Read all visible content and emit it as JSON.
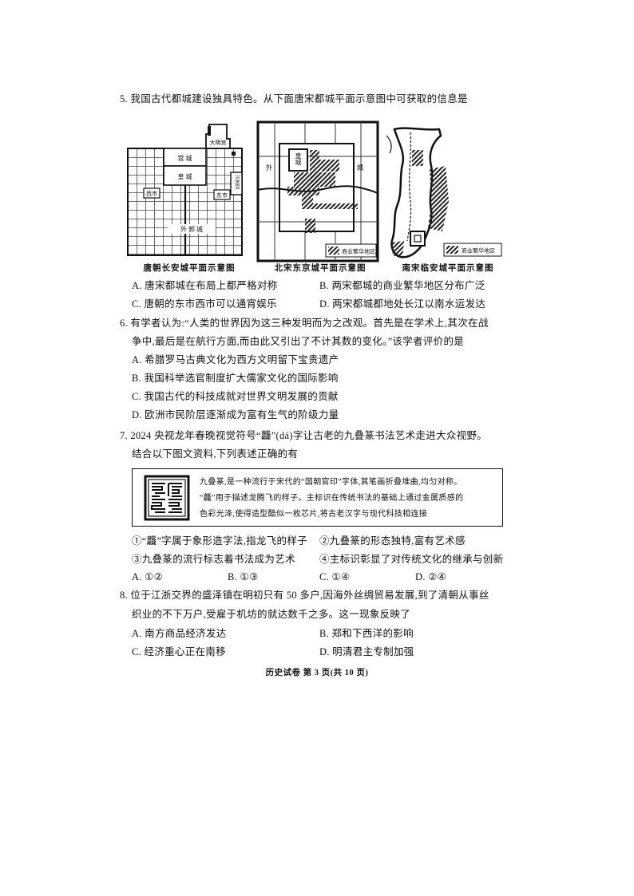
{
  "q5": {
    "stem": "5. 我国古代都城建设独具特色。从下面唐宋都城平面示意图中可获取的信息是",
    "maps": [
      {
        "caption": "唐朝长安城平面示意图",
        "labels": {
          "palace_city": "宫 城",
          "imperial_city": "皇 城",
          "daming_palace": "大明宫",
          "xingqing_palace": "兴庆宫",
          "west_market": "西市",
          "east_market": "东市",
          "outer_city": "外 郭 城"
        }
      },
      {
        "caption": "北宋东京城平面示意图",
        "labels": {
          "outer_left": "外",
          "outer_right": "城",
          "imperial_city": "皇城"
        },
        "legend": "商业繁华地区"
      },
      {
        "caption": "南宋临安城平面示意图",
        "legend": "商业繁华地区"
      }
    ],
    "options": [
      "A. 唐宋都城在布局上都严格对称",
      "B. 两宋都城的商业繁华地区分布广泛",
      "C. 唐朝的东市西市可以通宵娱乐",
      "D. 两宋都城都地处长江以南水运发达"
    ]
  },
  "q6": {
    "stem_lines": [
      "6. 有学者认为:“人类的世界因为这三种发明而为之改观。首先是在学术上,其次在战",
      "争中,最后是在航行方面,而由此又引出了不计其数的变化。”该学者评价的是"
    ],
    "options": [
      "A. 希腊罗马古典文化为西方文明留下宝贵遗产",
      "B. 我国科举选官制度扩大儒家文化的国际影响",
      "C. 我国古代的科技成就对世界文明发展的贡献",
      "D. 欧洲市民阶层逐渐成为富有生气的阶级力量"
    ]
  },
  "q7": {
    "stem_lines": [
      "7. 2024 央视龙年春晚视觉符号“龘”(dá)字让古老的九叠篆书法艺术走进大众视野。",
      "结合以下图文资料,下列表述正确的有"
    ],
    "material_lines": [
      "九叠篆,是一种流行于宋代的“国朝官印”字体,其笔画折叠堆曲,均匀对称。",
      "“龘”用于描述龙腾飞的样子。主标识在传统书法的基础上通过金属质感的",
      "色彩光泽,使得造型酷似一枚芯片,将古老汉字与现代科技相连接"
    ],
    "statements": [
      "①“龘”字属于象形造字法,指龙飞的样子",
      "②九叠篆的形态独特,富有艺术感",
      "③九叠篆的流行标志着书法成为艺术",
      "④主标识彰显了对传统文化的继承与创新"
    ],
    "options": [
      "A. ①②",
      "B. ①③",
      "C. ①④",
      "D. ②④"
    ]
  },
  "q8": {
    "stem_lines": [
      "8. 位于江浙交界的盛泽镇在明初只有 50 多户,因海外丝绸贸易发展,到了清朝从事丝",
      "织业的不下万户,受雇于机坊的就达数千之多。这一现象反映了"
    ],
    "options": [
      "A. 南方商品经济发达",
      "B. 郑和下西洋的影响",
      "C. 经济重心正在南移",
      "D. 明清君主专制加强"
    ]
  },
  "footer": "历史试卷  第 3 页(共 10 页)"
}
